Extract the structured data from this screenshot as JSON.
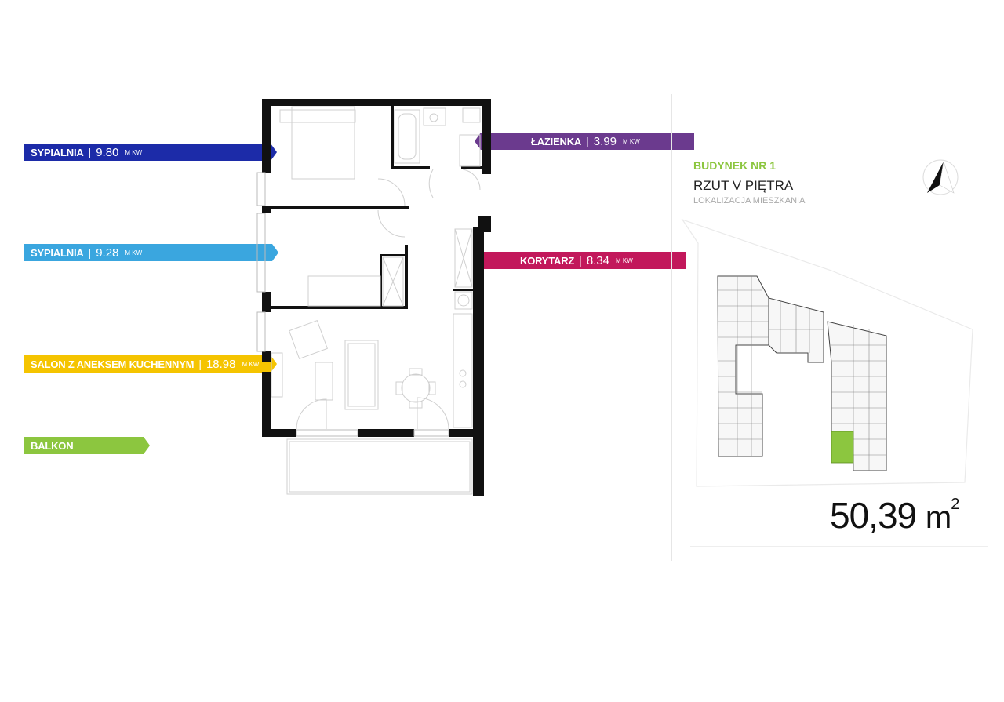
{
  "rooms": [
    {
      "name": "SYPIALNIA",
      "area": "9.80",
      "unit": "M KW",
      "color": "#1c2ba8"
    },
    {
      "name": "SYPIALNIA",
      "area": "9.28",
      "unit": "M KW",
      "color": "#3aa6df"
    },
    {
      "name": "SALON Z ANEKSEM KUCHENNYM",
      "area": "18.98",
      "unit": "M KW",
      "color": "#f5c400"
    },
    {
      "name": "BALKON",
      "color": "#8cc63f"
    },
    {
      "name": "ŁAZIENKA",
      "area": "3.99",
      "unit": "M KW",
      "color": "#6b3a8e"
    },
    {
      "name": "KORYTARZ",
      "area": "8.34",
      "unit": "M KW",
      "color": "#c2185b"
    }
  ],
  "building": {
    "title": "BUDYNEK NR 1",
    "floor": "RZUT V PIĘTRA",
    "location_label": "LOKALIZACJA MIESZKANIA",
    "highlight_color": "#8cc63f"
  },
  "total_area": {
    "value": "50,39",
    "unit": "m",
    "exp": "2"
  },
  "icons": {
    "compass": "north-arrow-icon"
  }
}
